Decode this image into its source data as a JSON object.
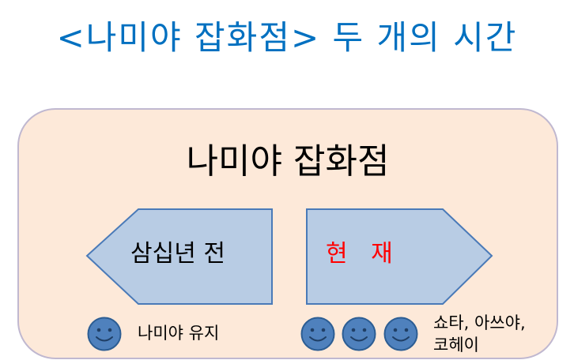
{
  "title": "<나미야 잡화점> 두 개의 시간",
  "panel": {
    "title": "나미야 잡화점"
  },
  "past": {
    "label": "삼십년 전",
    "caption": "나미야 유지"
  },
  "present": {
    "label": "현 재",
    "caption_line1": "쇼타, 아쓰야,",
    "caption_line2": "코헤이"
  },
  "colors": {
    "title": "#0070c0",
    "panel_fill": "#fde9d9",
    "arrow_fill": "#b8cce4",
    "arrow_stroke": "#4a7ab8",
    "present_label": "#ff0000",
    "face_fill": "#4f81bd",
    "face_stroke": "#2c5d93"
  },
  "icons": {
    "face": "smiley-face-icon"
  }
}
